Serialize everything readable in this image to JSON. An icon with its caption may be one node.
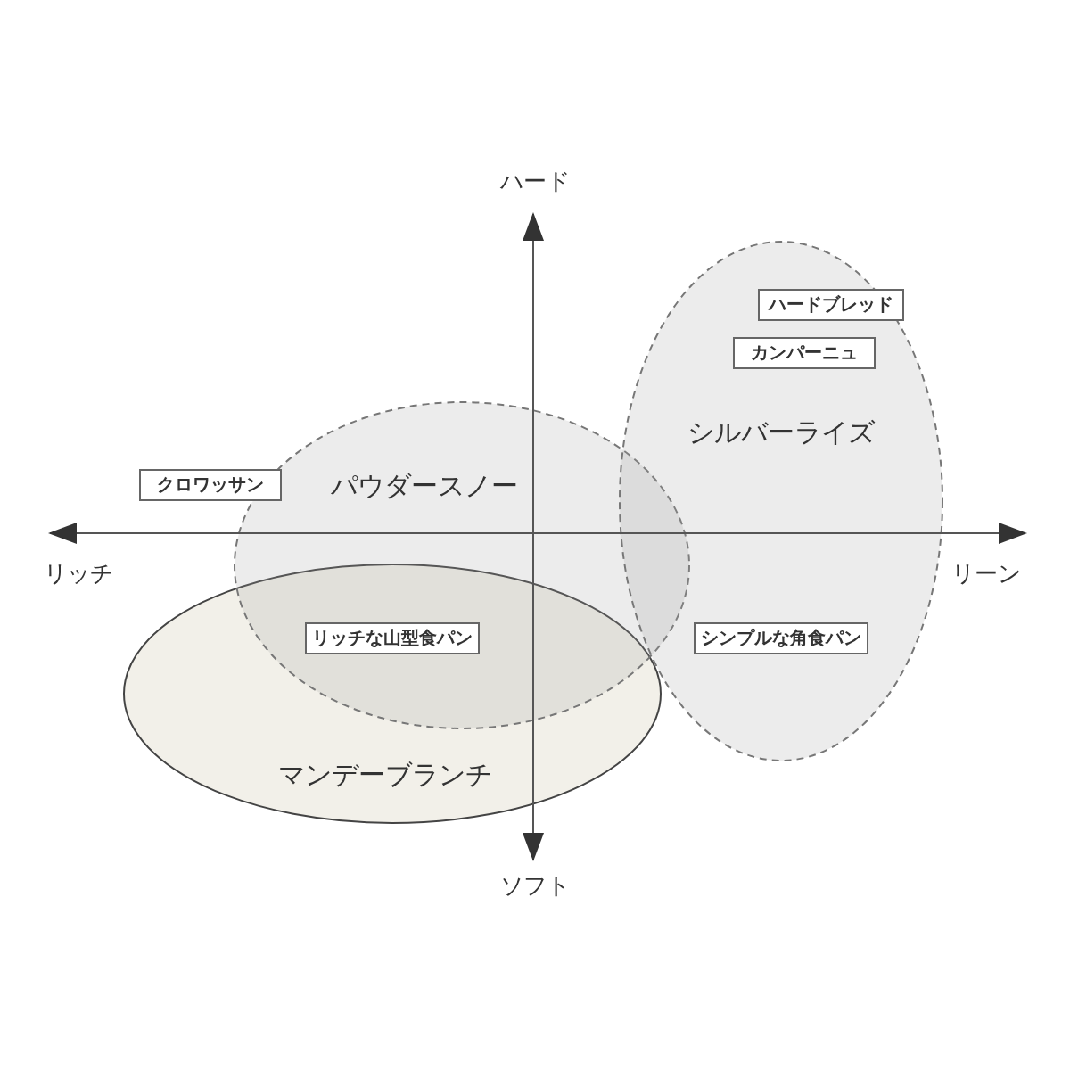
{
  "diagram": {
    "nodes": [
      {
        "text": [
          "シルバーライズ"
        ]
      },
      {
        "text": [
          "ハードブレッド"
        ],
        "in": 0
      },
      {
        "text": [
          "カンパーニュ"
        ],
        "in": 0
      },
      {
        "text": [
          "クロワッサン"
        ]
      },
      {
        "text": [
          "パウダースノー"
        ]
      },
      {
        "text": [
          "リッチな山型食パン"
        ]
      },
      {
        "text": [
          "シンプルな角食パン"
        ],
        "in": 0
      },
      {
        "text": [
          "マンデーブランチ"
        ]
      }
    ],
    "labels": [
      "ハード",
      "リッチ",
      "リーン",
      "ソフト"
    ]
  }
}
